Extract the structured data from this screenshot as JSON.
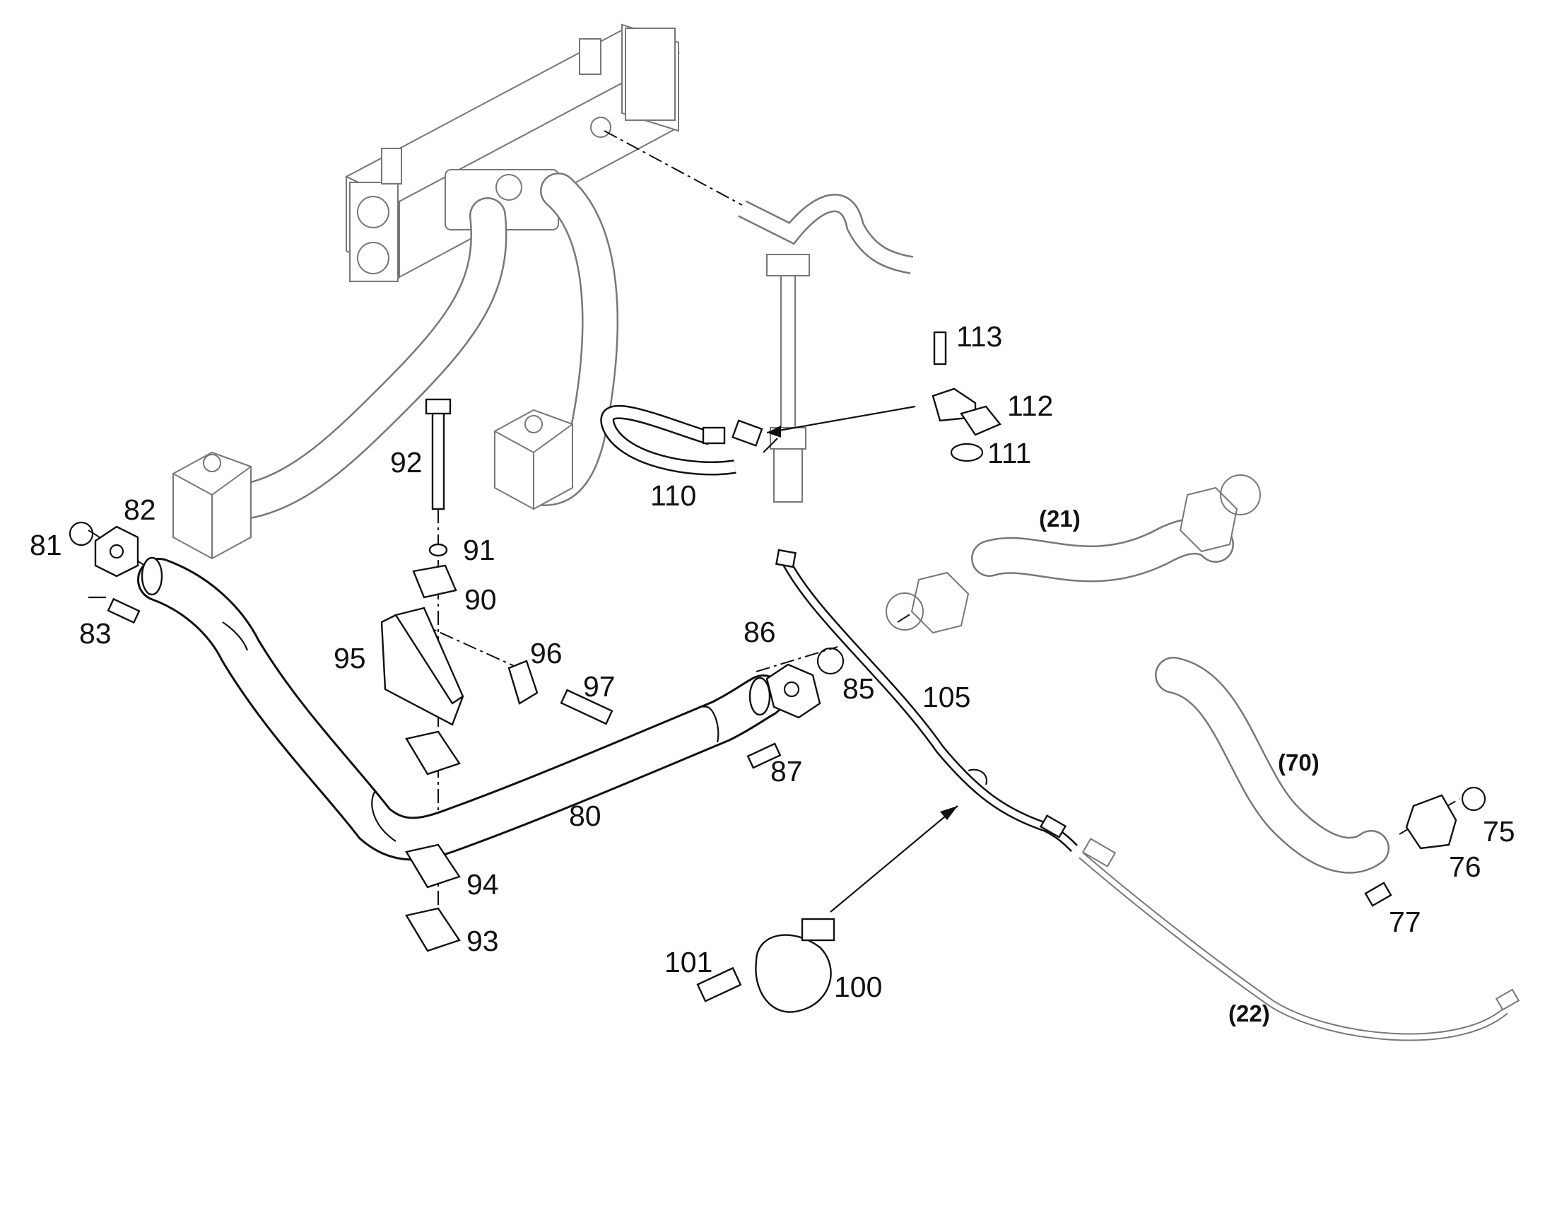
{
  "labels": [
    {
      "id": "113",
      "text": "113"
    },
    {
      "id": "112",
      "text": "112"
    },
    {
      "id": "111",
      "text": "111"
    },
    {
      "id": "110",
      "text": "110"
    },
    {
      "id": "92",
      "text": "92"
    },
    {
      "id": "91",
      "text": "91"
    },
    {
      "id": "90",
      "text": "90"
    },
    {
      "id": "95",
      "text": "95"
    },
    {
      "id": "96",
      "text": "96"
    },
    {
      "id": "97",
      "text": "97"
    },
    {
      "id": "94",
      "text": "94"
    },
    {
      "id": "93",
      "text": "93"
    },
    {
      "id": "81",
      "text": "81"
    },
    {
      "id": "82",
      "text": "82"
    },
    {
      "id": "83",
      "text": "83"
    },
    {
      "id": "80",
      "text": "80"
    },
    {
      "id": "86",
      "text": "86"
    },
    {
      "id": "85",
      "text": "85"
    },
    {
      "id": "87",
      "text": "87"
    },
    {
      "id": "105",
      "text": "105"
    },
    {
      "id": "101",
      "text": "101"
    },
    {
      "id": "100",
      "text": "100"
    },
    {
      "id": "75",
      "text": "75"
    },
    {
      "id": "76",
      "text": "76"
    },
    {
      "id": "77",
      "text": "77"
    }
  ],
  "groups": [
    {
      "id": "21",
      "text": "(21)"
    },
    {
      "id": "70",
      "text": "(70)"
    },
    {
      "id": "22",
      "text": "(22)"
    }
  ],
  "colors": {
    "line": "#111111",
    "context_line": "#777777",
    "background": "#ffffff"
  }
}
